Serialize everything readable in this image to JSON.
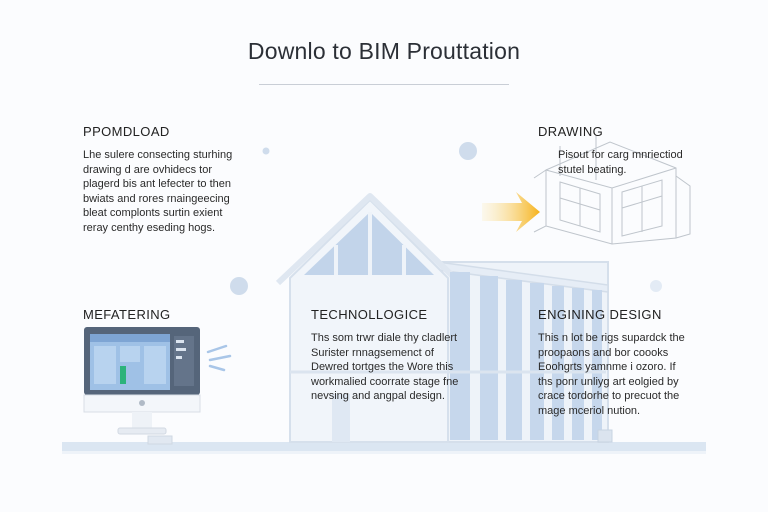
{
  "title": "Downlo to BIM Prouttation",
  "sections": {
    "download": {
      "heading": "PPOMDLOAD",
      "body": "Lhe sulere consecting sturhing\ndrawing d are ovhidecs tor\nplagerd bis ant lefecter to then\nbwiats and rores rnaingeecing\nbleat complonts surtin exient\nreray centhy eseding hogs."
    },
    "drawing": {
      "heading": "DRAWING",
      "body": "Pisout for carg mnriectiod\nstutel beating."
    },
    "mefatering": {
      "heading": "MEFATERING"
    },
    "technologice": {
      "heading": "TECHNOLLOGICE",
      "body": "Ths som trwr diale thy cladlert\nSurister rnnagsemenct of\nDewred tortges the Wore this\nworkmalied coorrate stage fne\nnevsing and angpal design."
    },
    "engining_design": {
      "heading": "ENGINING DESIGN",
      "body": "This n lot be rigs supardck the\nproopaons and bor coooks\nEoohgrts yamnme i ozoro. If\nths ponr unliyg art eolgied by\ncrace tordorhe to precuot the\nmage mceriol nution."
    }
  },
  "colors": {
    "accent_arrow": "#f6b21a",
    "house_blue": "#b9cde6",
    "house_outline": "#dfe7f1",
    "ground": "#dbe6f2",
    "dot": "#cfdcec",
    "monitor_frame": "#55657a"
  }
}
